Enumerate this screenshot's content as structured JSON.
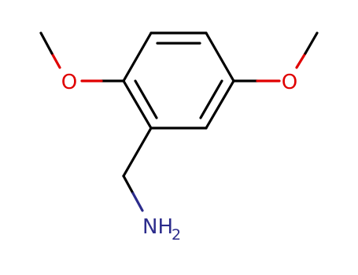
{
  "molecule": {
    "atoms": {
      "o1": {
        "label": "O"
      },
      "o2": {
        "label": "O"
      },
      "n": {
        "label": "NH",
        "subscript": "2"
      }
    },
    "colors": {
      "bond": "#000000",
      "oxygen": "#e00000",
      "nitrogen": "#2c2c8c"
    }
  }
}
